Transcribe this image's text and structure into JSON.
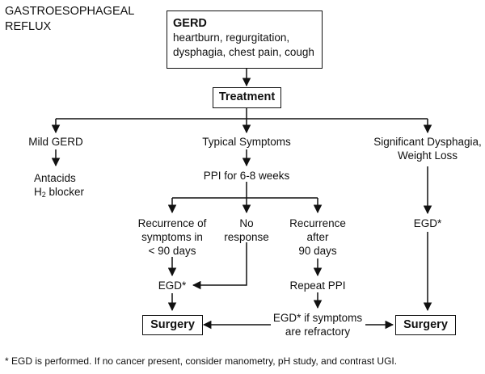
{
  "title": {
    "line1": "GASTROESOPHAGEAL",
    "line2": "REFLUX"
  },
  "gerd": {
    "heading": "GERD",
    "line1": "heartburn, regurgitation,",
    "line2": "dysphagia, chest pain, cough"
  },
  "treatment": "Treatment",
  "branches": {
    "mild": "Mild GERD",
    "typical": "Typical Symptoms",
    "significant_line1": "Significant Dysphagia,",
    "significant_line2": "Weight Loss"
  },
  "mild_treatment": {
    "line1": "Antacids",
    "line2_prefix": "H",
    "line2_sub": "2",
    "line2_suffix": " blocker"
  },
  "ppi": "PPI for 6-8 weeks",
  "outcomes": {
    "recurrence_early": [
      "Recurrence of",
      "symptoms in",
      "< 90 days"
    ],
    "no_response": [
      "No",
      "response"
    ],
    "recurrence_late": [
      "Recurrence",
      "after",
      "90 days"
    ]
  },
  "egd_left": "EGD*",
  "egd_right": "EGD*",
  "repeat_ppi": "Repeat PPI",
  "egd_refractory": [
    "EGD* if symptoms",
    "are refractory"
  ],
  "surgery_left": "Surgery",
  "surgery_right": "Surgery",
  "footnote": "* EGD is performed. If no cancer present, consider manometry, pH study, and contrast UGI.",
  "colors": {
    "line": "#111111",
    "background": "#ffffff"
  }
}
